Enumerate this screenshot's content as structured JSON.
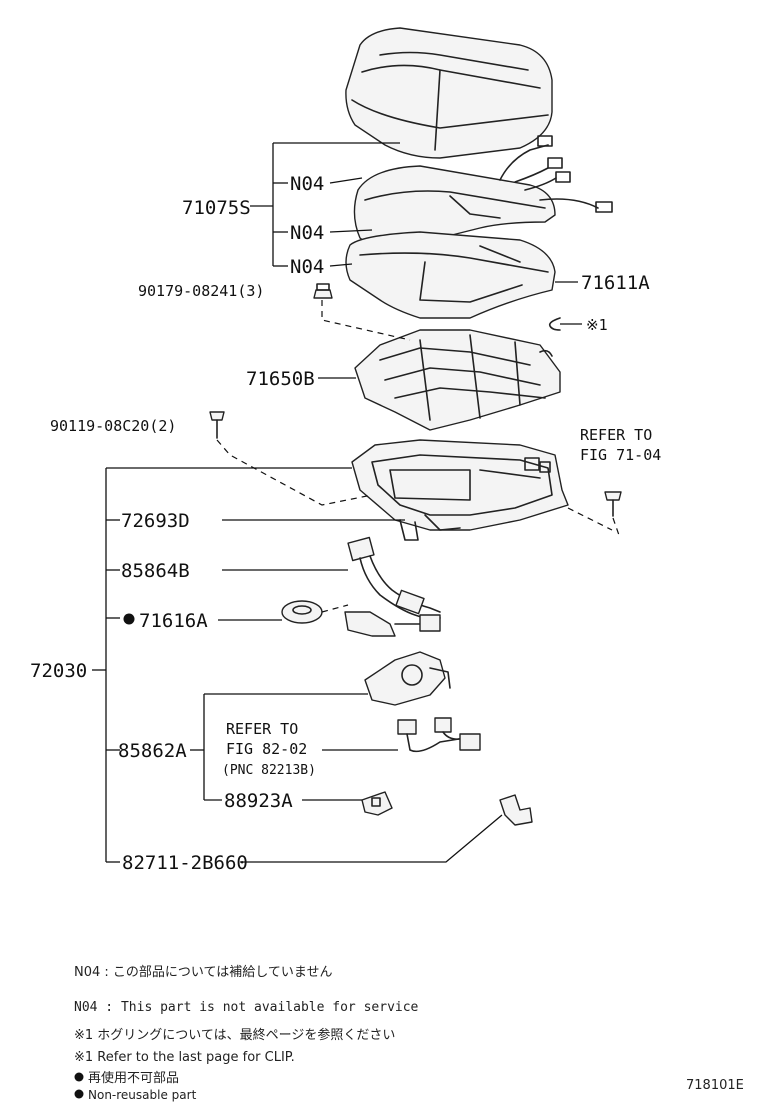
{
  "labels": {
    "p71075S": "71075S",
    "n04_a": "N04",
    "n04_b": "N04",
    "n04_c": "N04",
    "p71611A": "71611A",
    "p90179": "90179-08241(3)",
    "clip_mark": "※1",
    "p71650B": "71650B",
    "p90119": "90119-08C20(2)",
    "refer_top_1": "REFER TO",
    "refer_top_2": "FIG 71-04",
    "p72693D": "72693D",
    "p85864B": "85864B",
    "p71616A": "71616A",
    "p72030": "72030",
    "refer_mid_1": "REFER TO",
    "refer_mid_2": "FIG 82-02",
    "refer_mid_3": "(PNC 82213B)",
    "p85862A": "85862A",
    "p88923A": "88923A",
    "p82711": "82711-2B660"
  },
  "notes": {
    "n1": "N04 : この部品については補給していません",
    "n2": "N04 : This part is not available for service",
    "n3": "※1  ホグリングについては、最終ページを参照ください",
    "n4": "※1  Refer to the last page for CLIP.",
    "n5": "再使用不可部品",
    "n6": "Non-reusable part"
  },
  "figure_id": "718101E"
}
